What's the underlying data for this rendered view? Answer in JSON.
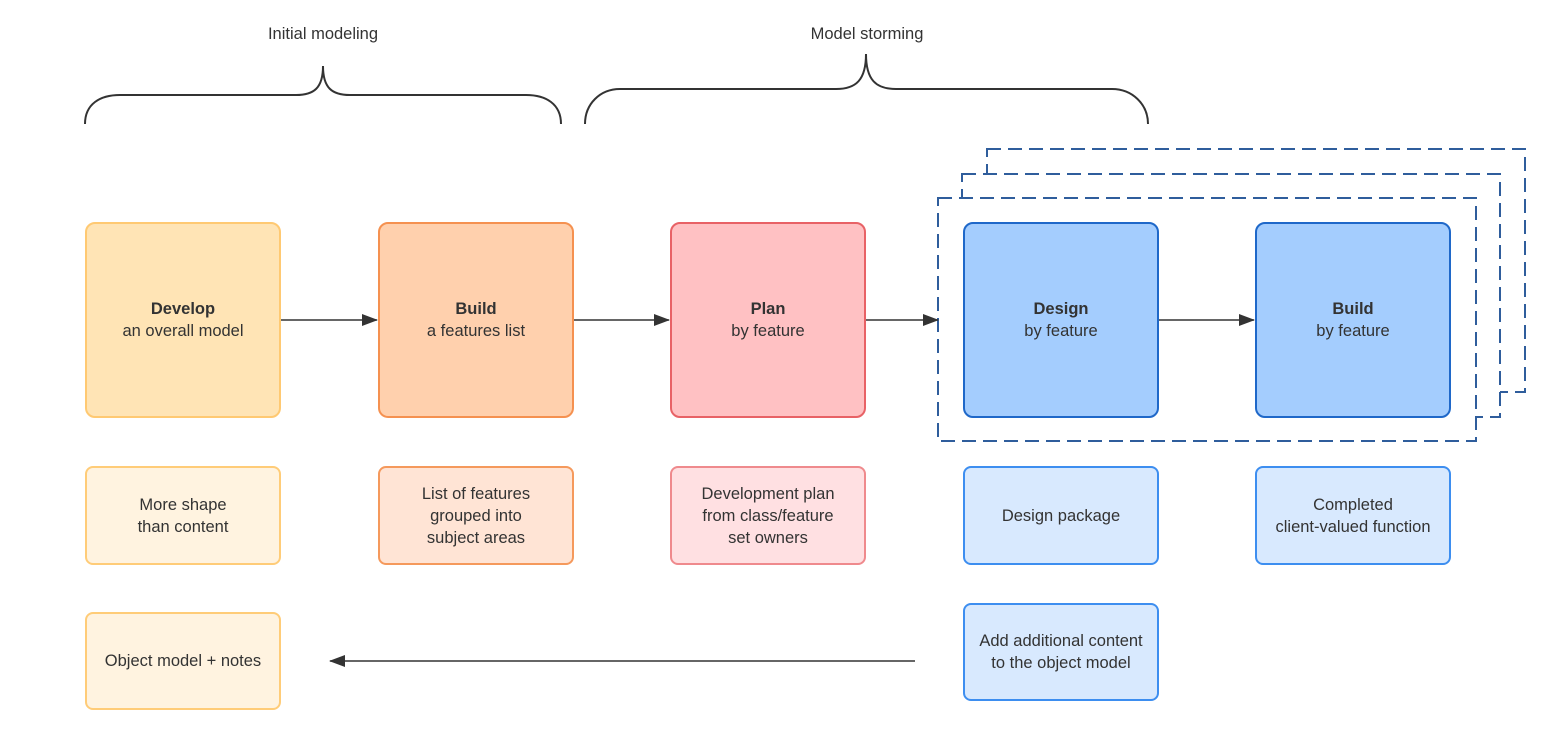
{
  "phase_labels": {
    "initial_modeling": "Initial modeling",
    "model_storming": "Model storming"
  },
  "steps": [
    {
      "title": "Develop",
      "subtitle": "an overall model",
      "color": "#ffe4b5"
    },
    {
      "title": "Build",
      "subtitle": "a features list",
      "color": "#ffd0ad"
    },
    {
      "title": "Plan",
      "subtitle": "by feature",
      "color": "#ffc1c3"
    },
    {
      "title": "Design",
      "subtitle": "by feature",
      "color": "#a4cdfe"
    },
    {
      "title": "Build",
      "subtitle": "by feature",
      "color": "#a4cdfe"
    }
  ],
  "outputs": [
    {
      "line1": "More shape",
      "line2": "than content"
    },
    {
      "line1": "List of features",
      "line2": "grouped into",
      "line3": "subject areas"
    },
    {
      "line1": "Development plan",
      "line2": "from class/feature",
      "line3": "set owners"
    },
    {
      "line1": "Design package"
    },
    {
      "line1": "Completed",
      "line2": "client-valued function"
    }
  ],
  "bottom": {
    "object_model": "Object model + notes",
    "additional_line1": "Add additional content",
    "additional_line2": "to the object model"
  },
  "colors": {
    "iteration_dash": "#2f5d9c",
    "connector": "#333333"
  }
}
